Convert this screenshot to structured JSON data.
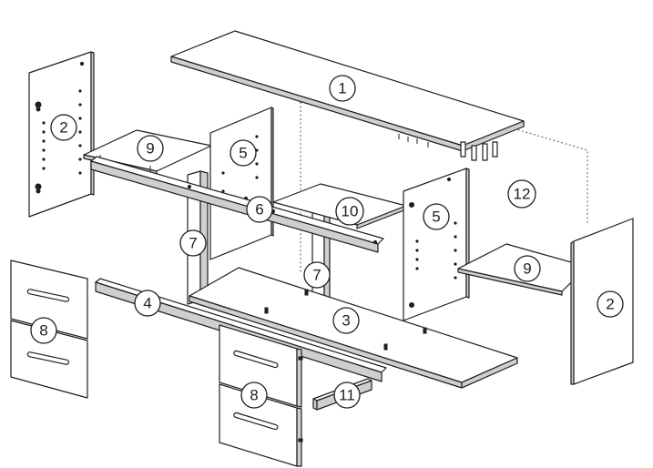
{
  "callouts": [
    {
      "label": "1"
    },
    {
      "label": "2"
    },
    {
      "label": "9"
    },
    {
      "label": "5"
    },
    {
      "label": "6"
    },
    {
      "label": "10"
    },
    {
      "label": "12"
    },
    {
      "label": "5"
    },
    {
      "label": "7"
    },
    {
      "label": "7"
    },
    {
      "label": "9"
    },
    {
      "label": "2"
    },
    {
      "label": "4"
    },
    {
      "label": "3"
    },
    {
      "label": "8"
    },
    {
      "label": "8"
    },
    {
      "label": "11"
    }
  ],
  "colors": {
    "line": "#1e1e1e",
    "panel_fill": "#ffffff",
    "side_fill": "#cfcfcf"
  }
}
